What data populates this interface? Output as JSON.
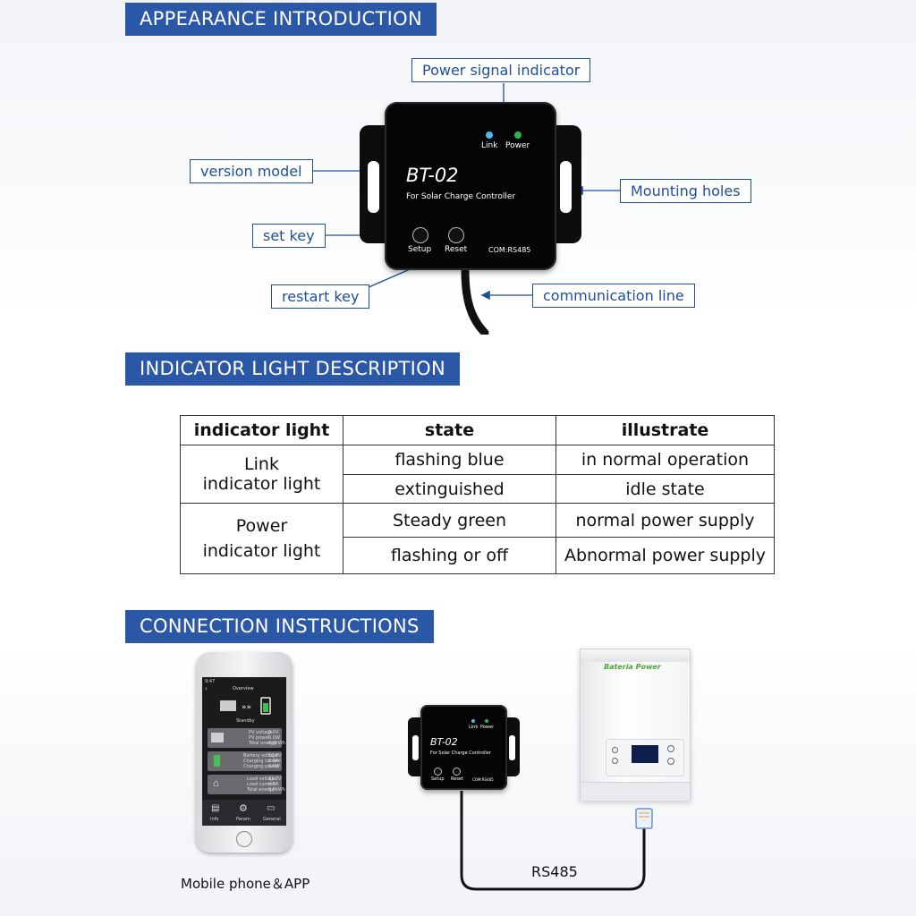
{
  "sections": {
    "appearance": "APPEARANCE INTRODUCTION",
    "indicator": "INDICATOR LIGHT DESCRIPTION",
    "connection": "CONNECTION INSTRUCTIONS"
  },
  "callouts": {
    "power_signal": "Power signal indicator",
    "version_model": "version model",
    "mounting_holes": "Mounting holes",
    "set_key": "set key",
    "restart_key": "restart key",
    "communication_line": "communication line"
  },
  "device": {
    "model": "BT-02",
    "subtitle": "For Solar Charge Controller",
    "link_label": "Link",
    "power_label": "Power",
    "setup_label": "Setup",
    "reset_label": "Reset",
    "port_label": "COM:RS485",
    "colors": {
      "link_led": "#4fb8f0",
      "power_led": "#2fb34a"
    }
  },
  "table": {
    "headers": [
      "indicator light",
      "state",
      "illustrate"
    ],
    "link_name_1": "Link",
    "link_name_2": "indicator light",
    "power_name_1": "Power",
    "power_name_2": "indicator light",
    "rows": [
      {
        "state": "flashing blue",
        "illustrate": "in normal operation"
      },
      {
        "state": "extinguished",
        "illustrate": "idle state"
      },
      {
        "state": "Steady green",
        "illustrate": "normal power supply"
      },
      {
        "state": "flashing or off",
        "illustrate": "Abnormal power supply"
      }
    ]
  },
  "connection": {
    "phone_caption": "Mobile phone＆APP",
    "cable_label": "RS485",
    "inverter_brand": "Bateria Power",
    "app": {
      "time": "9:47",
      "title": "Overview",
      "standby": "Standby",
      "pv_1": "PV voltage",
      "pv_1_val": "0.0V",
      "pv_2": "PV power",
      "pv_2_val": "0.0W",
      "pv_3": "Total energy",
      "pv_3_val": "0.0kWh",
      "bat_1": "Battery voltage",
      "bat_1_val": "12.8V",
      "bat_2": "Charging current",
      "bat_2_val": "0.0A",
      "bat_3": "Charging power",
      "bat_3_val": "0.0W",
      "load_1": "Load voltage",
      "load_1_val": "12.8V",
      "load_2": "Load current",
      "load_2_val": "0.0A",
      "load_3": "Total energy",
      "load_3_val": "0.0kWh",
      "nav_1": "Info",
      "nav_2": "Param",
      "nav_3": "General"
    }
  },
  "colors": {
    "accent": "#2a58a6",
    "callout": "#1d4f9a"
  }
}
